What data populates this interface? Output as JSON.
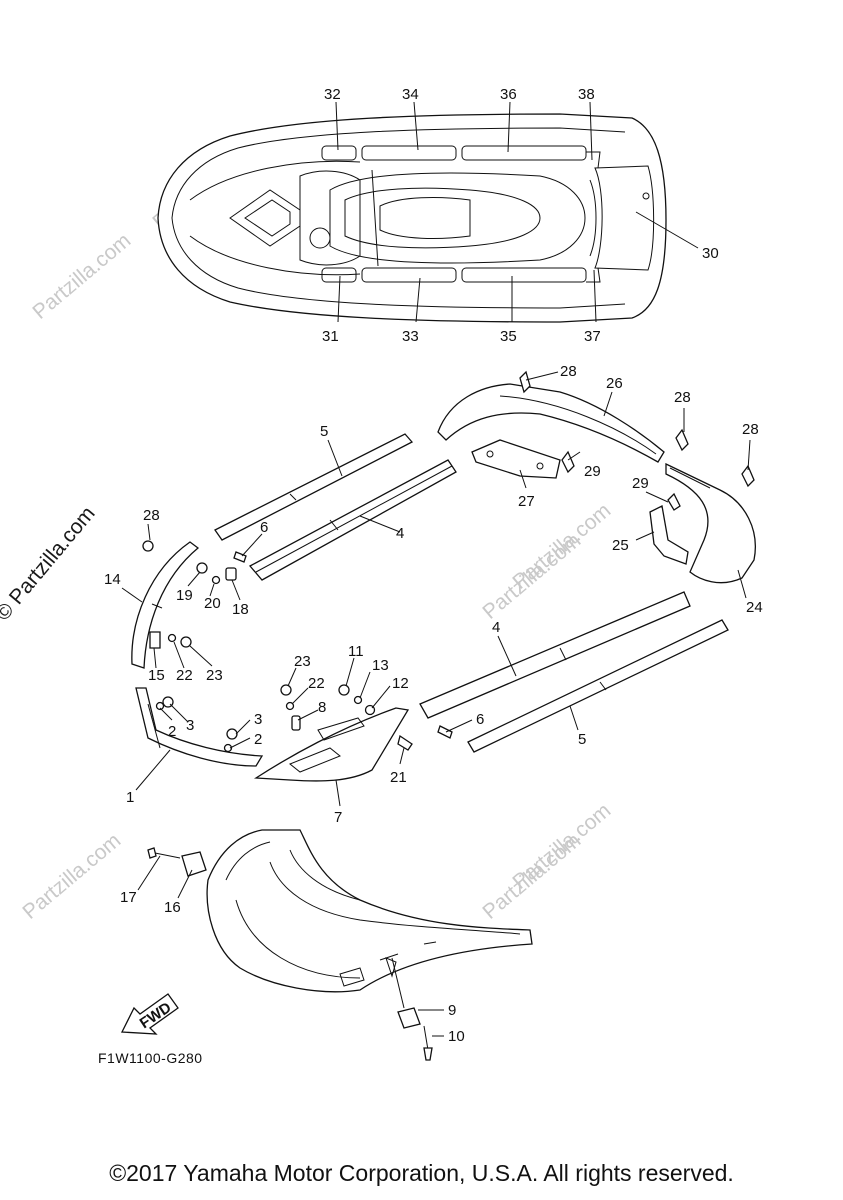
{
  "watermark": {
    "brand": "Partzilla.com",
    "side_text": "© Partzilla.com"
  },
  "figure_code": "F1W1100-G280",
  "copyright": "©2017 Yamaha Motor Corporation, U.S.A. All rights reserved.",
  "fwd_label": "FWD",
  "callouts": {
    "c1": "1",
    "c2a": "2",
    "c2b": "2",
    "c3a": "3",
    "c3b": "3",
    "c4a": "4",
    "c4b": "4",
    "c5a": "5",
    "c5b": "5",
    "c6a": "6",
    "c6b": "6",
    "c7": "7",
    "c8": "8",
    "c9": "9",
    "c10": "10",
    "c11": "11",
    "c12": "12",
    "c13": "13",
    "c14": "14",
    "c15": "15",
    "c16": "16",
    "c17": "17",
    "c18": "18",
    "c19": "19",
    "c20": "20",
    "c21": "21",
    "c22a": "22",
    "c22b": "22",
    "c23a": "23",
    "c23b": "23",
    "c24": "24",
    "c25": "25",
    "c26": "26",
    "c27": "27",
    "c28a": "28",
    "c28b": "28",
    "c28c": "28",
    "c28d": "28",
    "c29a": "29",
    "c29b": "29",
    "c30": "30",
    "c31": "31",
    "c32": "32",
    "c33": "33",
    "c34": "34",
    "c35": "35",
    "c36": "36",
    "c37": "37",
    "c38": "38"
  },
  "colors": {
    "line": "#111111",
    "watermark": "#c9c9c9",
    "background": "#ffffff"
  }
}
